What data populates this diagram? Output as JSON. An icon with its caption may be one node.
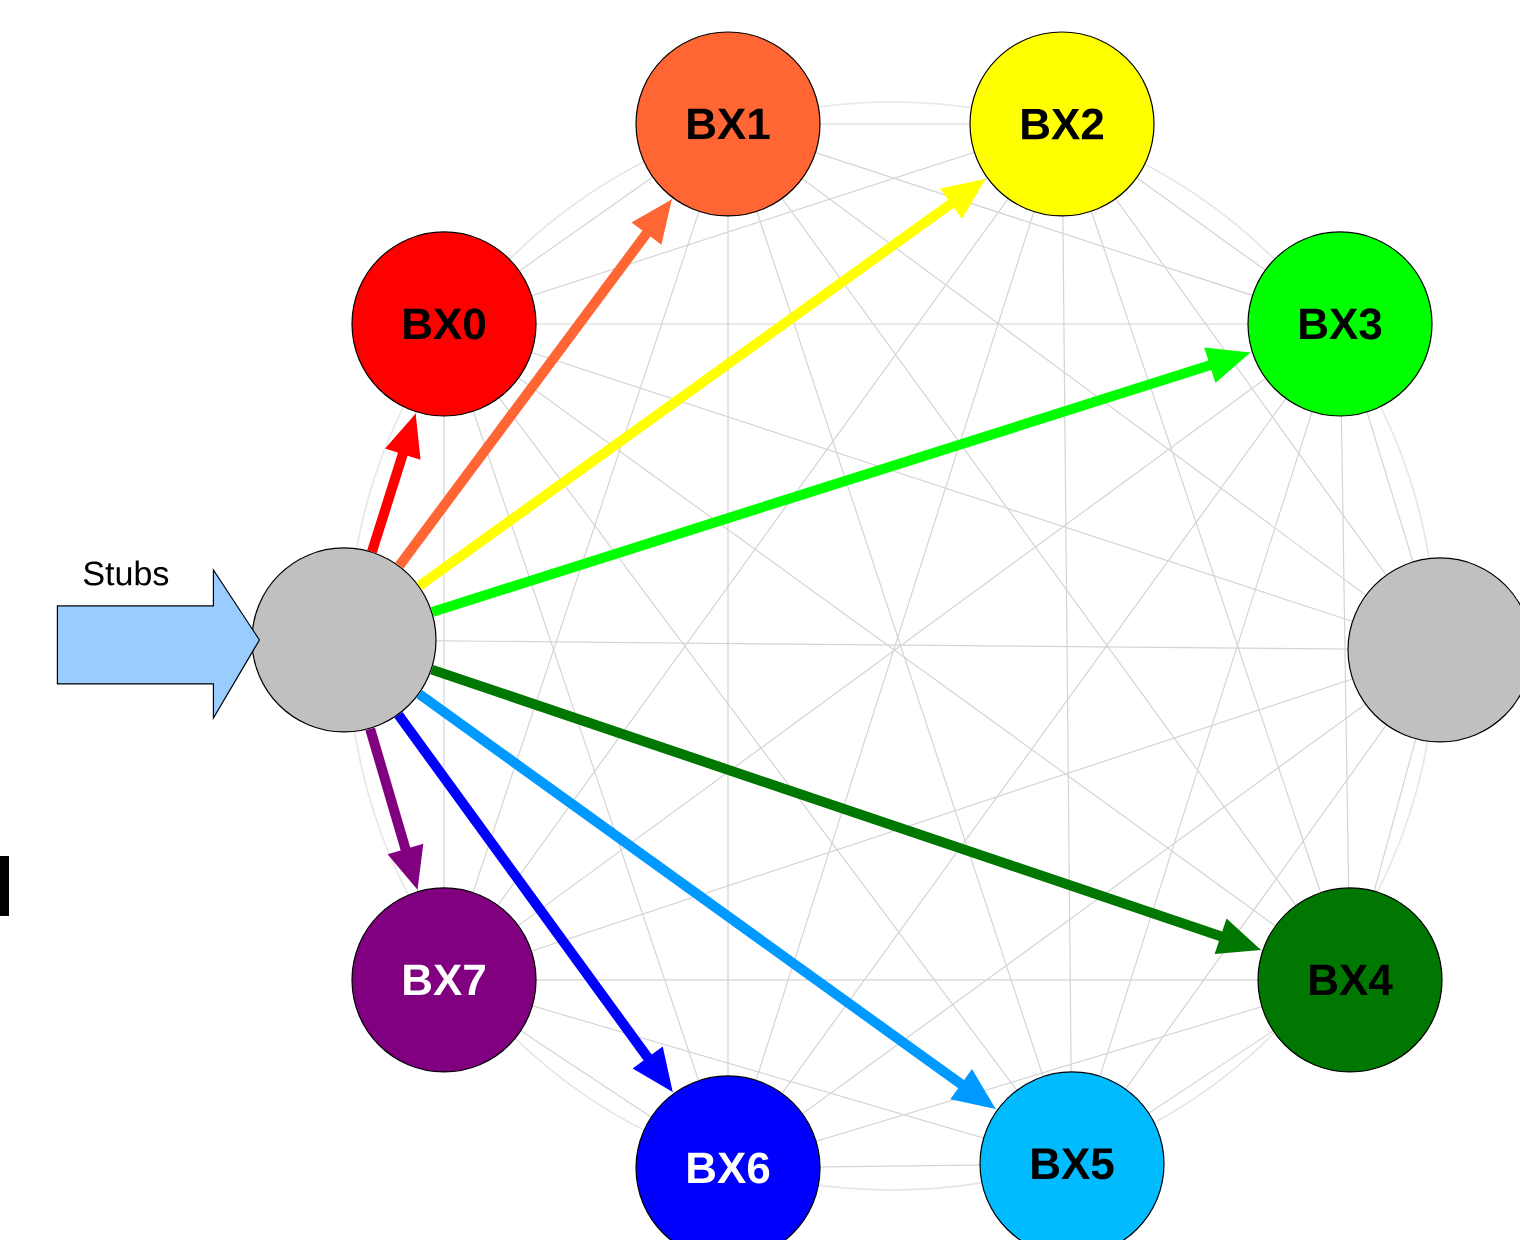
{
  "diagram": {
    "nodes": [
      {
        "text": [],
        "shape": "circle"
      },
      {
        "text": [
          "BX0"
        ]
      },
      {
        "text": [
          "BX1"
        ]
      },
      {
        "text": [
          "BX2"
        ]
      },
      {
        "text": [
          "BX3"
        ]
      },
      {
        "text": [],
        "shape": "circle"
      },
      {
        "text": [
          "BX4"
        ]
      },
      {
        "text": [
          "BX5"
        ]
      },
      {
        "text": [
          "BX6"
        ]
      },
      {
        "text": [
          "BX7"
        ]
      }
    ],
    "edges": [
      {
        "from": null,
        "to": 0,
        "arrow": "to",
        "color": "#99ccff"
      },
      {
        "from": 0,
        "to": 1,
        "arrow": "to",
        "color": "#ff0000"
      },
      {
        "from": 0,
        "to": 2,
        "arrow": "to",
        "color": "#ff6633"
      },
      {
        "from": 0,
        "to": 3,
        "arrow": "to",
        "color": "#ffff00"
      },
      {
        "from": 0,
        "to": 4,
        "arrow": "to",
        "color": "#00ff00"
      },
      {
        "from": 0,
        "to": 6,
        "arrow": "to",
        "color": "#007700"
      },
      {
        "from": 0,
        "to": 7,
        "arrow": "to",
        "color": "#0099ff"
      },
      {
        "from": 0,
        "to": 8,
        "arrow": "to",
        "color": "#0000ff"
      },
      {
        "from": 0,
        "to": 9,
        "arrow": "to",
        "color": "#800080"
      }
    ],
    "labels": [
      "Stubs"
    ]
  }
}
